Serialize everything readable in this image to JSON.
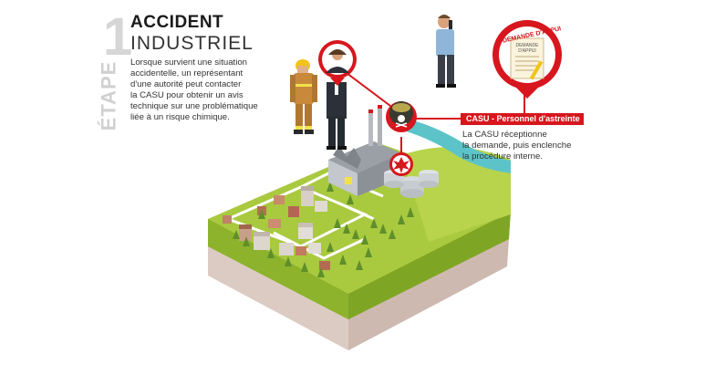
{
  "step": {
    "number": "1",
    "label": "ÉTAPE"
  },
  "title": {
    "line1": "ACCIDENT",
    "line2": "INDUSTRIEL"
  },
  "description": [
    "Lorsque survient une situation",
    "accidentelle, un représentant",
    "d'une autorité peut contacter",
    "la CASU pour obtenir un avis",
    "technique sur une problématique",
    "liée à un risque chimique."
  ],
  "casu": {
    "band_label": "CASU - Personnel d'astreinte",
    "text": [
      "La CASU réceptionne",
      "la demande, puis enclenche",
      "la procédure interne."
    ]
  },
  "form": {
    "header": "DEMANDE D'APPUI",
    "inner": "DEMANDE D'APPUI"
  },
  "colors": {
    "accent": "#d7161d",
    "grass": "#a8c83c",
    "soil": "#d9c7bf",
    "water": "#5cc4c9"
  }
}
